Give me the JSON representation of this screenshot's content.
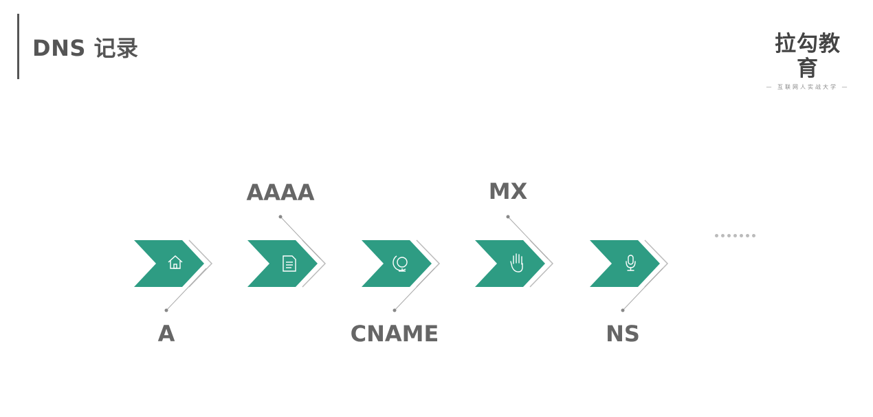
{
  "title": "DNS 记录",
  "logo": {
    "main": "拉勾教育",
    "sub": "— 互联网人实战大学 —"
  },
  "colors": {
    "accent": "#2e9c83",
    "text": "#666666"
  },
  "records": [
    {
      "label": "A",
      "icon": "home-icon",
      "label_position": "below"
    },
    {
      "label": "AAAA",
      "icon": "document-icon",
      "label_position": "above"
    },
    {
      "label": "CNAME",
      "icon": "globe-icon",
      "label_position": "below"
    },
    {
      "label": "MX",
      "icon": "hand-icon",
      "label_position": "above"
    },
    {
      "label": "NS",
      "icon": "microphone-icon",
      "label_position": "below"
    }
  ]
}
